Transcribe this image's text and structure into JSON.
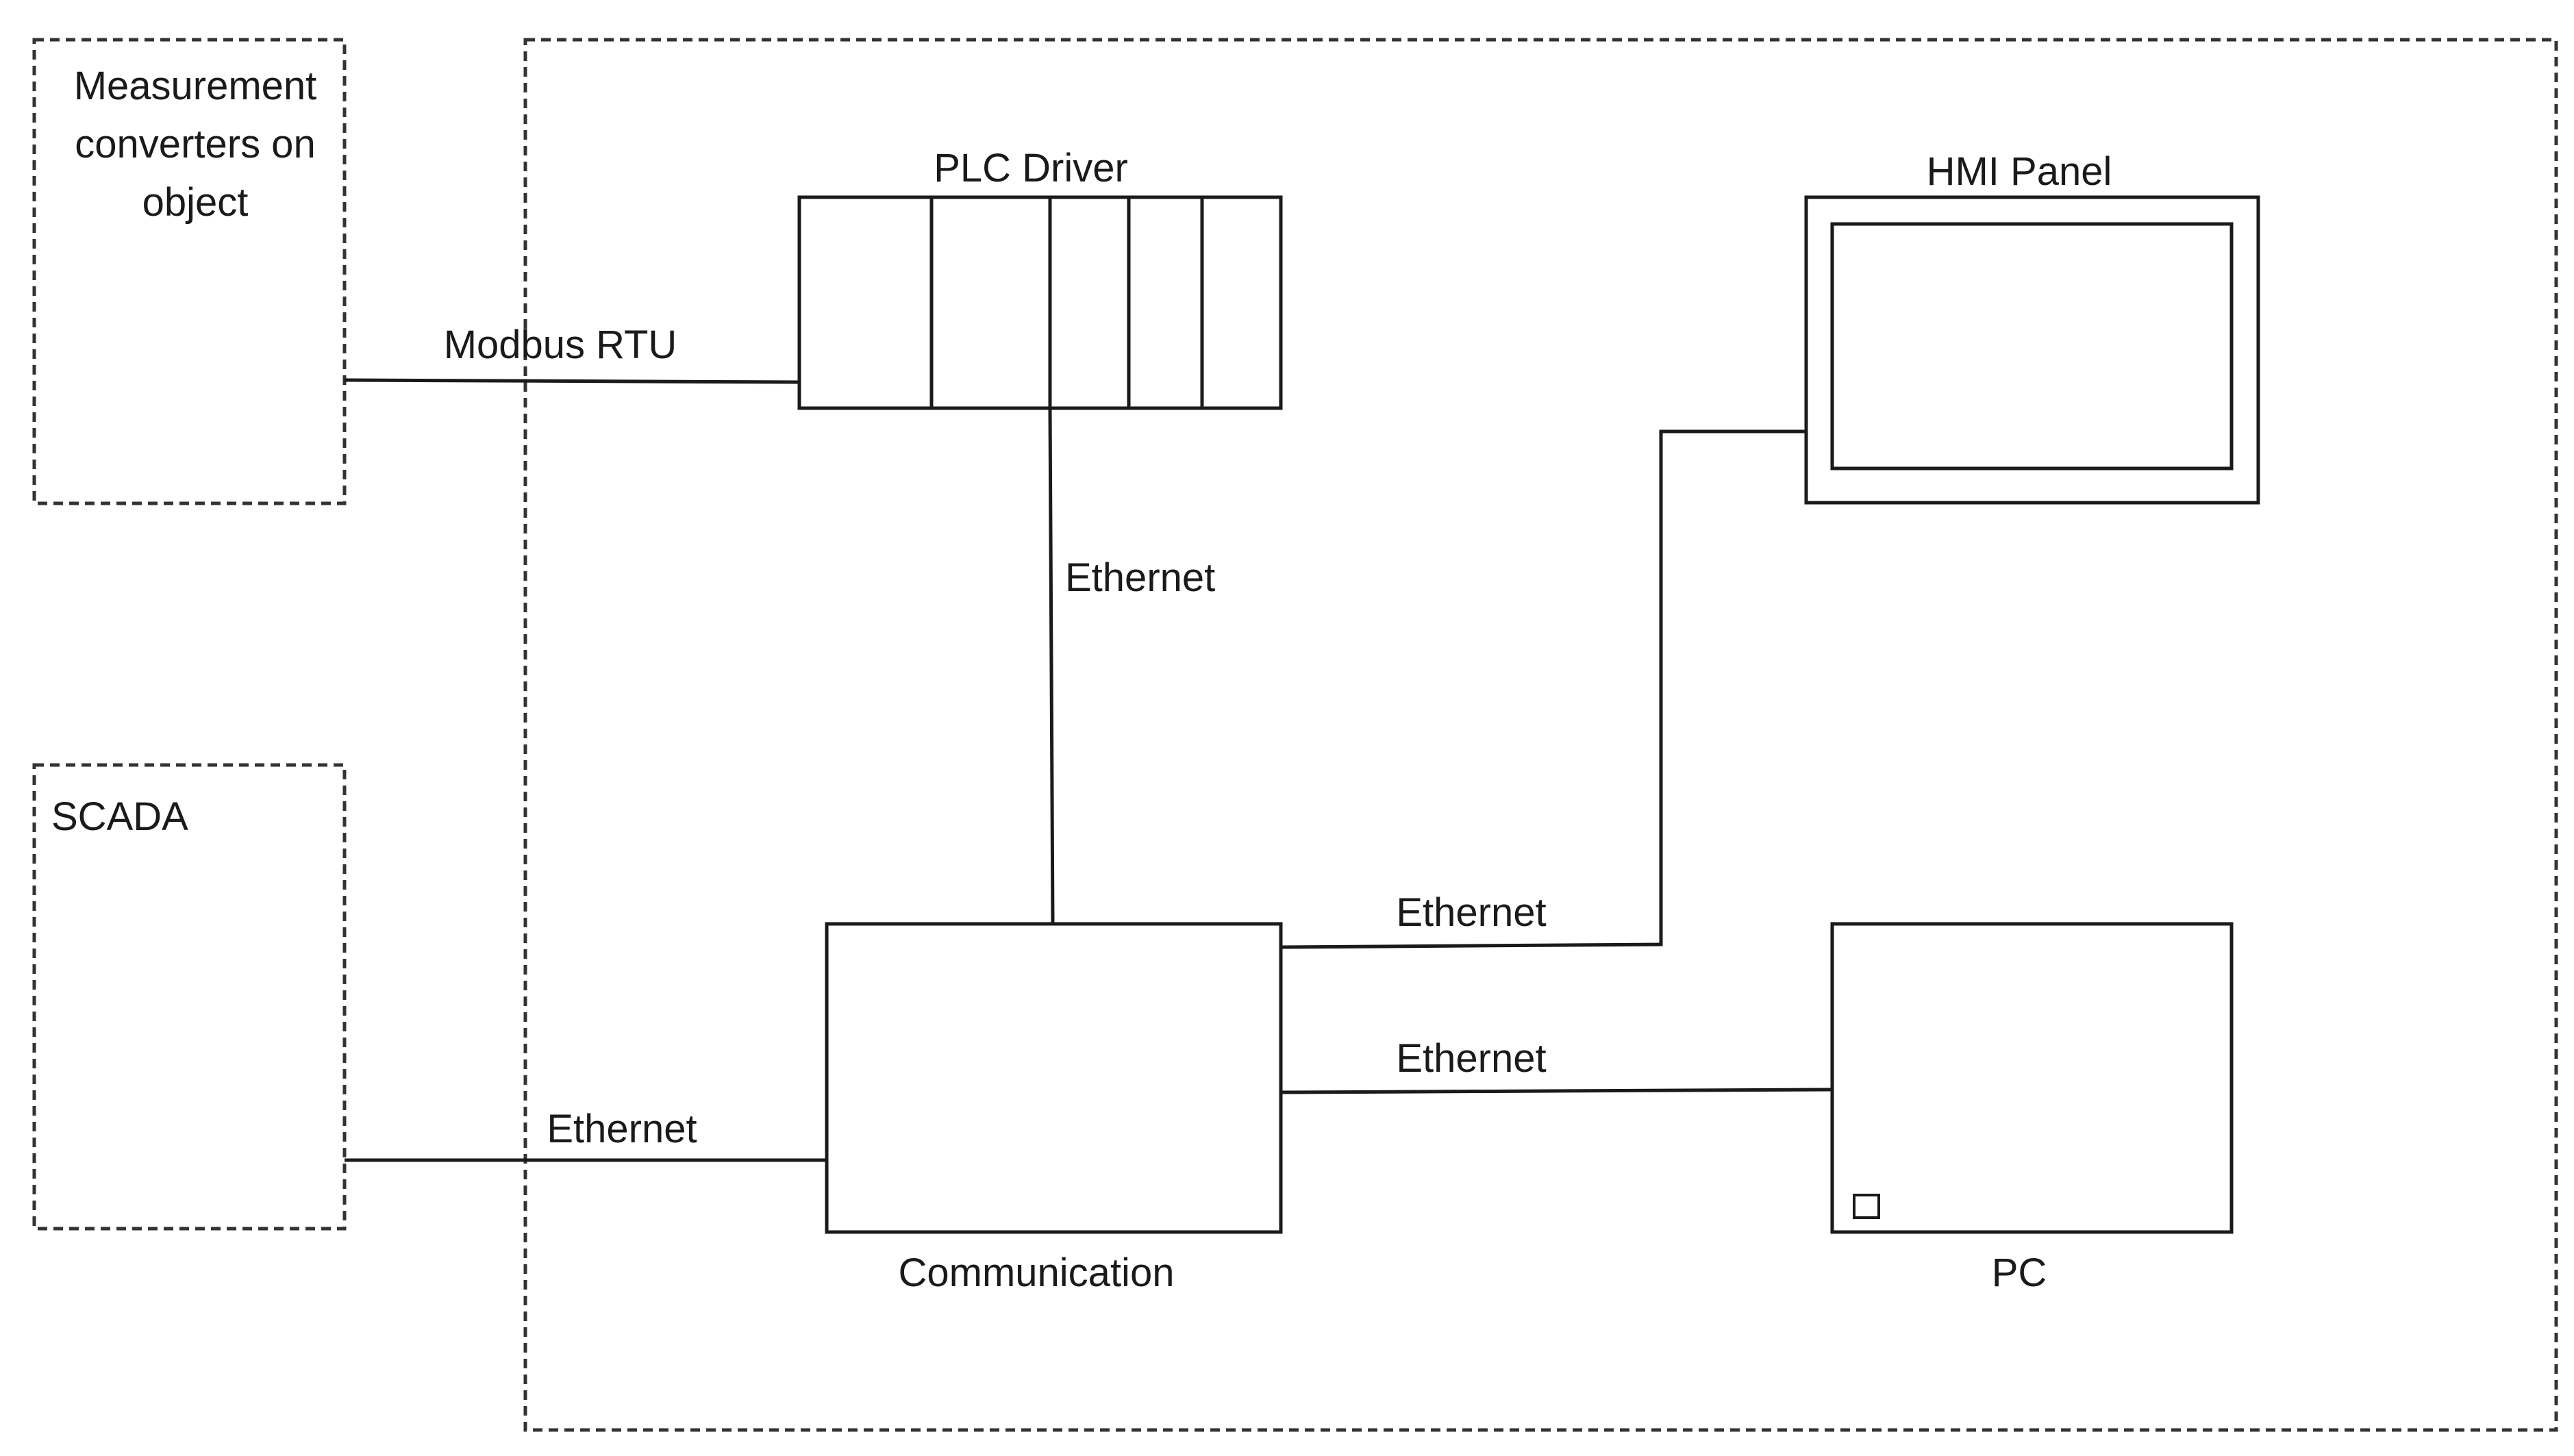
{
  "nodes": {
    "measurement": {
      "label_lines": [
        "Measurement",
        "converters on",
        "object"
      ]
    },
    "scada": {
      "label": "SCADA"
    },
    "plc": {
      "label": "PLC Driver"
    },
    "hmi": {
      "label": "HMI Panel"
    },
    "communication": {
      "label": "Communication"
    },
    "pc": {
      "label": "PC"
    }
  },
  "edges": [
    {
      "from": "measurement",
      "to": "plc",
      "label": "Modbus RTU"
    },
    {
      "from": "plc",
      "to": "communication",
      "label": "Ethernet"
    },
    {
      "from": "communication",
      "to": "hmi",
      "label": "Ethernet"
    },
    {
      "from": "communication",
      "to": "pc",
      "label": "Ethernet"
    },
    {
      "from": "scada",
      "to": "communication",
      "label": "Ethernet"
    }
  ]
}
